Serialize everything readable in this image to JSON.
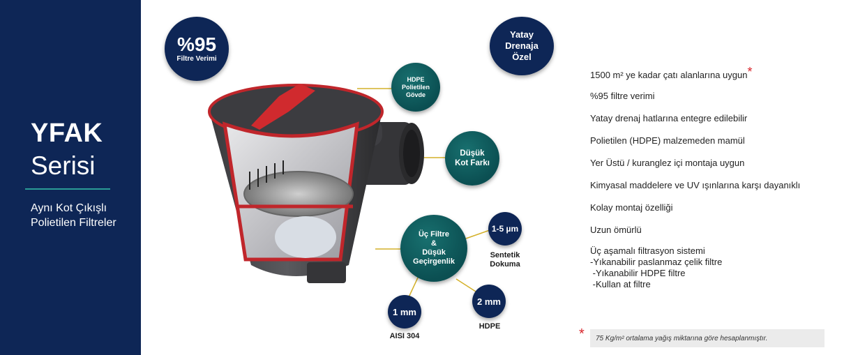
{
  "panel": {
    "title": "YFAK",
    "subtitle": "Serisi",
    "description_line1": "Aynı Kot Çıkışlı",
    "description_line2": "Polietilen Filtreler"
  },
  "badges": {
    "efficiency_big": "%95",
    "efficiency_small": "Filtre Verimi",
    "drainage_1": "Yatay",
    "drainage_2": "Drenaja",
    "drainage_3": "Özel",
    "hdpe_1": "HDPE",
    "hdpe_2": "Polietilen",
    "hdpe_3": "Gövde",
    "kot_1": "Düşük",
    "kot_2": "Kot Farkı",
    "ucf_1": "Üç Filtre",
    "ucf_2": "&",
    "ucf_3": "Düşük",
    "ucf_4": "Geçirgenlik",
    "micron": "1-5 µm",
    "micron_caption_1": "Sentetik",
    "micron_caption_2": "Dokuma",
    "mm2": "2 mm",
    "mm2_caption": "HDPE",
    "mm1": "1 mm",
    "mm1_caption": "AISI 304"
  },
  "features": [
    "1500 m² ye kadar çatı alanlarına uygun",
    "%95 filtre verimi",
    "Yatay drenaj hatlarına entegre edilebilir",
    "Polietilen (HDPE) malzemeden mamül",
    "Yer Üstü / kuranglez içi montaja uygun",
    "Kimyasal maddelere ve UV ışınlarına karşı dayanıklı",
    "Kolay montaj özelliği",
    "Uzun ömürlü"
  ],
  "features_multi": "Üç aşamalı filtrasyon sistemi\n-Yıkanabilir paslanmaz çelik filtre\n -Yıkanabilir HDPE filtre\n -Kullan at filtre",
  "asterisk": "*",
  "footnote": "75 Kg/m² ortalama yağış miktarına göre hesaplanmıştır.",
  "colors": {
    "navy": "#0e2656",
    "teal": "#0b4f52",
    "accent_red": "#d8242a",
    "divider": "#2a9c96",
    "connector": "#d4b12a"
  }
}
